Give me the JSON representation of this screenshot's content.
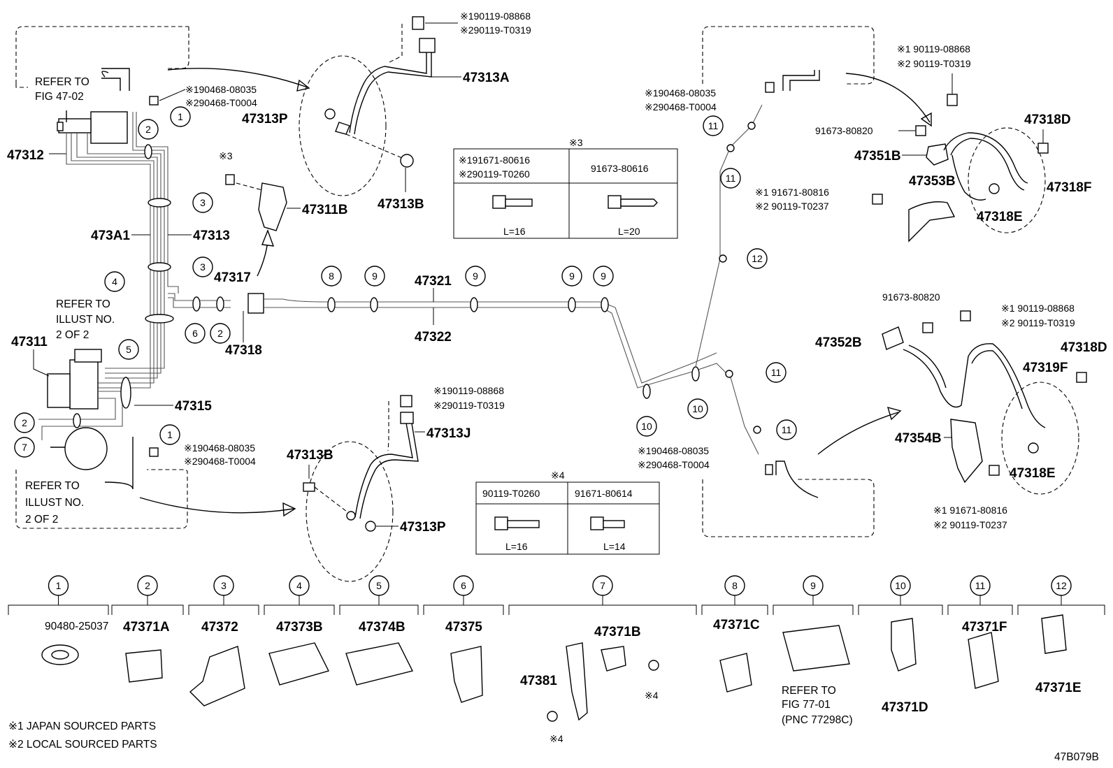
{
  "diagram_id": "47B079B",
  "footnotes": {
    "n1": "※1 JAPAN SOURCED PARTS",
    "n2": "※2 LOCAL SOURCED PARTS"
  },
  "refs": {
    "top_left_line1": "REFER TO",
    "top_left_line2": "FIG 47-02",
    "mid_left_line1": "REFER TO",
    "mid_left_line2": "ILLUST NO.",
    "mid_left_line3": "2 OF 2",
    "bot_left_line1": "REFER TO",
    "bot_left_line2": "ILLUST NO.",
    "bot_left_line3": "2 OF 2"
  },
  "labels": {
    "p47313A": "47313A",
    "p47313P_top": "47313P",
    "p47313B_top": "47313B",
    "p47312": "47312",
    "p47311B": "47311B",
    "p473A1": "473A1",
    "p47313": "47313",
    "p47317": "47317",
    "p47318": "47318",
    "p47311": "47311",
    "p47315": "47315",
    "p47321": "47321",
    "p47322": "47322",
    "p47313J": "47313J",
    "p47313B_bot": "47313B",
    "p47313P_bot": "47313P",
    "p47351B": "47351B",
    "p47353B": "47353B",
    "p47318D_top": "47318D",
    "p47318F": "47318F",
    "p47318E_top": "47318E",
    "p47352B": "47352B",
    "p47318D_bot": "47318D",
    "p47319F": "47319F",
    "p47354B": "47354B",
    "p47318E_bot": "47318E",
    "mark3": "※3",
    "mark3_top": "※3",
    "mark4_top": "※4"
  },
  "codes": {
    "tl_a1": "※190119-08868",
    "tl_a2": "※290119-T0319",
    "tl_b1": "※190468-08035",
    "tl_b2": "※290468-T0004",
    "bl_a1": "※190119-08868",
    "bl_a2": "※290119-T0319",
    "bl_b1": "※190468-08035",
    "bl_b2": "※290468-T0004",
    "tr_b1": "※190468-08035",
    "tr_b2": "※290468-T0004",
    "tr_a1": "※1 90119-08868",
    "tr_a2": "※2 90119-T0319",
    "tr_c": "91673-80820",
    "tr_d1": "※1 91671-80816",
    "tr_d2": "※2 90119-T0237",
    "br_c": "91673-80820",
    "br_a1": "※1 90119-08868",
    "br_a2": "※2 90119-T0319",
    "br_d1": "※1 91671-80816",
    "br_d2": "※2 90119-T0237",
    "bc_b1": "※190468-08035",
    "bc_b2": "※290468-T0004"
  },
  "table3": {
    "c1_line1": "※191671-80616",
    "c1_line2": "※290119-T0260",
    "c2": "91673-80616",
    "l1": "L=16",
    "l2": "L=20"
  },
  "table4": {
    "c1": "90119-T0260",
    "c2": "91671-80614",
    "l1": "L=16",
    "l2": "L=14"
  },
  "callouts": [
    "1",
    "2",
    "3",
    "4",
    "5",
    "6",
    "7",
    "8",
    "9",
    "10",
    "11",
    "12"
  ],
  "legend": {
    "l1": "90480-25037",
    "l2": "47371A",
    "l3": "47372",
    "l4": "47373B",
    "l5": "47374B",
    "l6": "47375",
    "l7": "47371B",
    "l7b": "47381",
    "l7m1": "※4",
    "l7m2": "※4",
    "l8": "47371C",
    "l9_r1": "REFER TO",
    "l9_r2": "FIG 77-01",
    "l9_r3": "(PNC 77298C)",
    "l10": "47371D",
    "l11": "47371F",
    "l12": "47371E"
  }
}
